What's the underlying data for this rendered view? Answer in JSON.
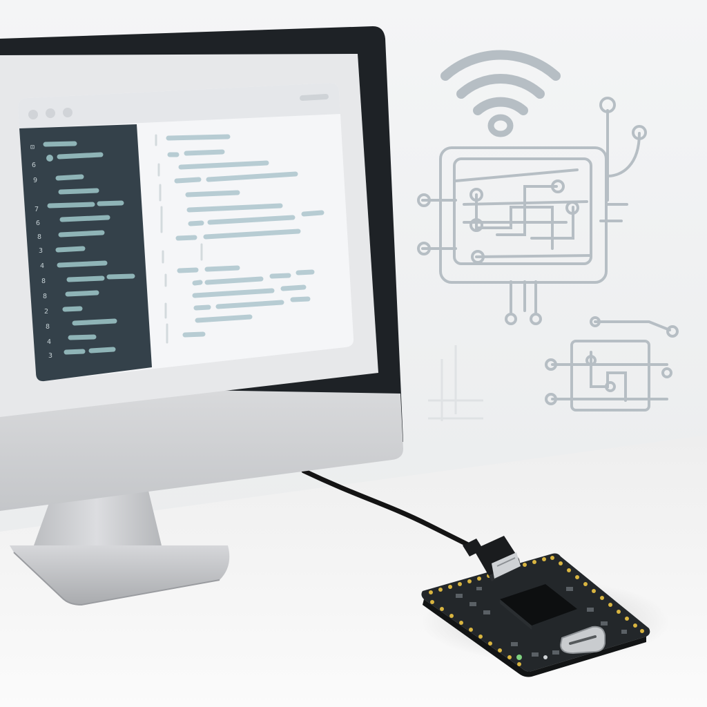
{
  "scene": {
    "subject": "desktop-monitor-with-code-editor-and-microcontroller-board",
    "colors": {
      "wall": "#eeeff0",
      "desk": "#f6f6f6",
      "bezel": "#1e2226",
      "screen_bg": "#e9eaec",
      "editor_sidebar": "#34414a",
      "editor_sidebar_line": "#8fb4b7",
      "editor_main": "#f5f6f8",
      "editor_line": "#b7ccd3",
      "circuit_line": "#b6bec4",
      "cable": "#141414",
      "board": "#24282b",
      "board_pin": "#d9b540"
    },
    "icons": [
      "wifi-icon",
      "circuit-icon",
      "usb-plug-icon",
      "usb-c-port-icon",
      "chip-icon"
    ],
    "editor": {
      "window_dots": 3,
      "line_number_glyphs": [
        "⊡",
        "6",
        "9",
        "7",
        "6",
        "8",
        "3",
        "4",
        "8",
        "8",
        "2",
        "8",
        "4",
        "3"
      ]
    }
  }
}
